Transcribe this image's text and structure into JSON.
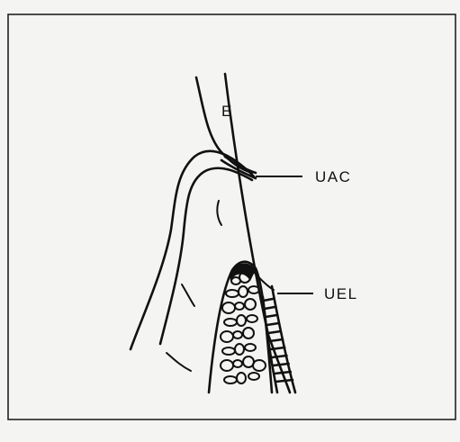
{
  "labels": {
    "enamel": "E",
    "junction_upper": "UAC",
    "junction_lower": "UEL"
  },
  "colors": {
    "background": "#f4f4f2",
    "ink": "#111111"
  }
}
